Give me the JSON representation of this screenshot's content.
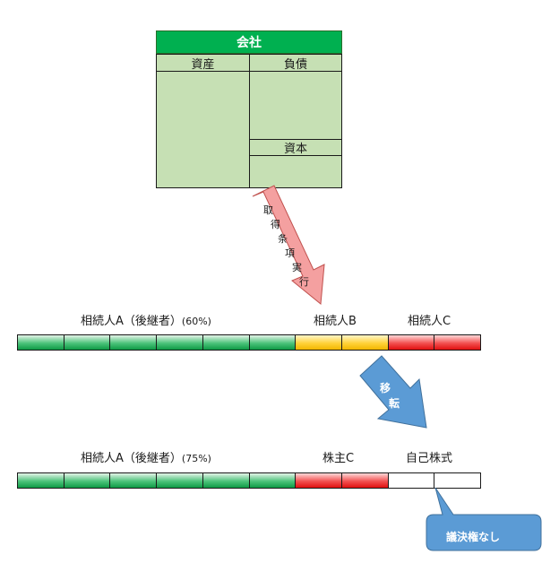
{
  "balance_sheet": {
    "title": "会社",
    "assets": "資産",
    "liabilities": "負債",
    "capital": "資本",
    "colors": {
      "header": "#00b050",
      "body": "#c6e0b4"
    }
  },
  "arrow1": {
    "text": [
      "取",
      "得",
      "条",
      "項",
      "実",
      "行"
    ],
    "color": "#f4a0a0"
  },
  "row1": {
    "label_a_main": "相続人A（後継者）",
    "label_a_pct": "(60%)",
    "label_b": "相続人B",
    "label_c": "相続人C",
    "segments": [
      "green",
      "green",
      "green",
      "green",
      "green",
      "green",
      "yellow",
      "yellow",
      "red",
      "red"
    ]
  },
  "arrow2": {
    "text": [
      "移",
      "転"
    ],
    "color": "#5b9bd5"
  },
  "row2": {
    "label_a_main": "相続人A（後継者）",
    "label_a_pct": "(75%)",
    "label_c": "株主C",
    "label_self": "自己株式",
    "segments": [
      "green",
      "green",
      "green",
      "green",
      "green",
      "green",
      "red",
      "red",
      "white",
      "white"
    ]
  },
  "callout": {
    "text": "議決権なし",
    "color": "#5b9bd5"
  }
}
